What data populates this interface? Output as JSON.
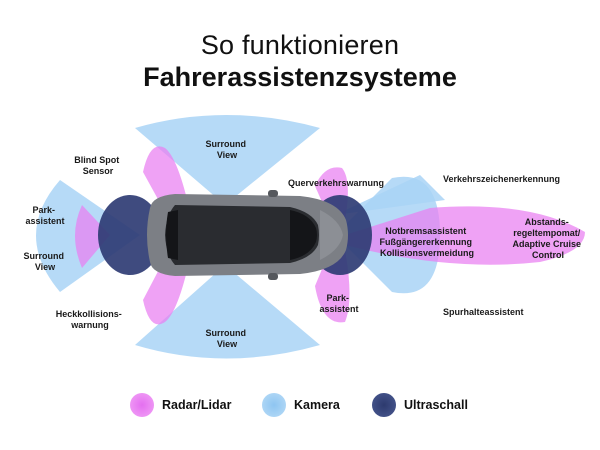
{
  "title": {
    "line1": "So funktionieren",
    "line2": "Fahrerassistenzsysteme"
  },
  "labels": {
    "surround_view_top": [
      "Surround",
      "View"
    ],
    "blind_spot": [
      "Blind Spot",
      "Sensor"
    ],
    "park_assist_rear": [
      "Park-",
      "assistent"
    ],
    "surround_view_rear": [
      "Surround",
      "View"
    ],
    "rear_collision": [
      "Heckkollisions-",
      "warnung"
    ],
    "surround_view_bottom": [
      "Surround",
      "View"
    ],
    "cross_traffic": [
      "Querverkehrswarnung"
    ],
    "sign_recognition": [
      "Verkehrszeichenerkennung"
    ],
    "emergency_brake": [
      "Notbremsassistent",
      "Fußgängererkennung",
      "Kollisionsvermeidung"
    ],
    "acc": [
      "Abstands-",
      "regeltempomat/",
      "Adaptive Cruise",
      "Control"
    ],
    "park_assist_front": [
      "Park-",
      "assistent"
    ],
    "lane_keep": [
      "Spurhalteassistent"
    ]
  },
  "legend": [
    {
      "label": "Radar/Lidar",
      "color": "#ee86f0"
    },
    {
      "label": "Kamera",
      "color": "#a7d3f5"
    },
    {
      "label": "Ultraschall",
      "color": "#3e4f86"
    }
  ],
  "colors": {
    "radar": "#e77bf0",
    "camera": "#9fcdf3",
    "ultrasonic": "#33407a",
    "car_body": "#7a7d82"
  }
}
